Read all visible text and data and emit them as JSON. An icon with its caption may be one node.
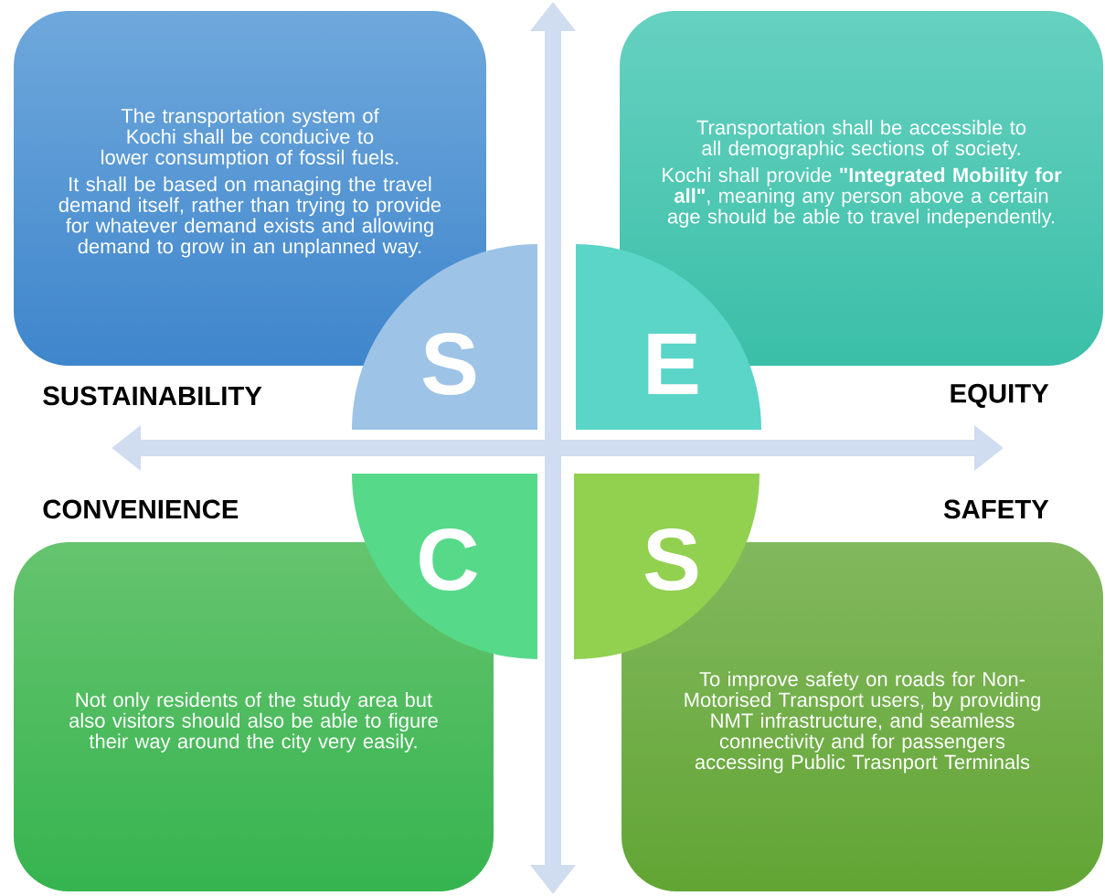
{
  "diagram": {
    "nodes": [
      {
        "text": [
          "The transportation system of Kochi shall be conducive to lower consumption of fossil fuels.",
          "It shall be based on managing the travel demand itself, rather than trying to provide for whatever demand exists and allowing demand to grow in an unplanned way."
        ]
      },
      {
        "text": [
          "Transportation shall be accessible to all demographic sections of society.",
          "Kochi shall provide **\"Integrated Mobility for all\"**, meaning any person above a certain age should be able to travel independently."
        ]
      },
      {
        "text": [
          "S"
        ]
      },
      {
        "text": [
          "E"
        ]
      },
      {
        "text": [
          "C"
        ]
      },
      {
        "text": [
          "S"
        ]
      },
      {
        "text": [
          "Not only residents of the study area but also visitors should also be able to figure their way around the city very easily."
        ]
      },
      {
        "text": [
          "To improve safety on roads for Non-Motorised Transport users, by providing NMT infrastructure, and seamless connectivity and for passengers accessing Public Trasnport Terminals"
        ]
      }
    ],
    "labels": [
      "SUSTAINABILITY",
      "EQUITY",
      "CONVENIENCE",
      "SAFETY"
    ]
  }
}
